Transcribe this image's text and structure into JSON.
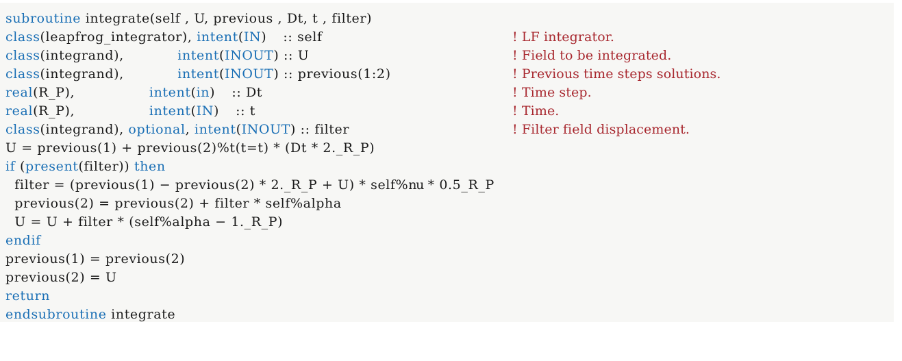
{
  "listing": {
    "language": "Fortran",
    "background_color": "#f7f7f5",
    "keyword_color": "#1a6fb5",
    "comment_color": "#a8282f",
    "plain_color": "#1b1b1b",
    "lines": [
      {
        "id": "line-1",
        "indent": "",
        "code": "subroutine integrate(self , U, previous , Dt, t , filter)",
        "tokens": [
          {
            "t": "subroutine",
            "k": true
          },
          {
            "t": " integrate(self , U, previous , Dt, t , filter)",
            "k": false
          }
        ],
        "comment": ""
      },
      {
        "id": "line-2",
        "indent": "",
        "code": "class(leapfrog_integrator), intent(IN)    :: self",
        "tokens": [
          {
            "t": "class",
            "k": true
          },
          {
            "t": "(leapfrog_integrator), ",
            "k": false
          },
          {
            "t": "intent",
            "k": true
          },
          {
            "t": "(",
            "k": false
          },
          {
            "t": "IN",
            "k": true
          },
          {
            "t": ")",
            "k": false
          }
        ],
        "decl_sep": "::",
        "decl_name": "self",
        "comment": "! LF integrator."
      },
      {
        "id": "line-3",
        "indent": "",
        "code": "class(integrand),           intent(INOUT) :: U",
        "tokens": [
          {
            "t": "class",
            "k": true
          },
          {
            "t": "(integrand),",
            "k": false
          }
        ],
        "decl_sep": "::",
        "decl_name": "U",
        "comment": "! Field to be integrated."
      },
      {
        "id": "line-4",
        "indent": "",
        "code": "class(integrand),           intent(INOUT) :: previous(1:2)",
        "tokens": [
          {
            "t": "class",
            "k": true
          },
          {
            "t": "(integrand),",
            "k": false
          }
        ],
        "decl_sep": "::",
        "decl_name": "previous(1:2)",
        "comment": "! Previous time steps solutions."
      },
      {
        "id": "line-5",
        "indent": "",
        "code": "real(R_P),                  intent(in)    :: Dt",
        "tokens": [
          {
            "t": "real",
            "k": true
          },
          {
            "t": "(R_P),",
            "k": false
          }
        ],
        "decl_sep": "::",
        "decl_name": "Dt",
        "comment": "! Time step."
      },
      {
        "id": "line-6",
        "indent": "",
        "code": "real(R_P),                  intent(IN)    :: t",
        "tokens": [
          {
            "t": "real",
            "k": true
          },
          {
            "t": "(R_P),",
            "k": false
          }
        ],
        "decl_sep": "::",
        "decl_name": "t",
        "comment": "! Time."
      },
      {
        "id": "line-7",
        "indent": "",
        "code": "class(integrand), optional, intent(INOUT) :: filter",
        "tokens": [
          {
            "t": "class",
            "k": true
          },
          {
            "t": "(integrand), ",
            "k": false
          },
          {
            "t": "optional",
            "k": true
          },
          {
            "t": ",",
            "k": false
          }
        ],
        "decl_sep": "::",
        "decl_name": "filter",
        "comment": "! Filter field displacement."
      },
      {
        "id": "line-8",
        "indent": "",
        "code": "U = previous(1) + previous(2)%t(t=t) * (Dt * 2._R_P)",
        "comment": ""
      },
      {
        "id": "line-9",
        "indent": "",
        "code": "if (present(filter)) then",
        "comment": ""
      },
      {
        "id": "line-10",
        "indent": "  ",
        "code": "filter = (previous(1) - previous(2) * 2._R_P + U) * self%nu * 0.5_R_P",
        "comment": ""
      },
      {
        "id": "line-11",
        "indent": "  ",
        "code": "previous(2) = previous(2) + filter * self%alpha",
        "comment": ""
      },
      {
        "id": "line-12",
        "indent": "  ",
        "code": "U = U + filter * (self%alpha - 1._R_P)",
        "comment": ""
      },
      {
        "id": "line-13",
        "indent": "",
        "code": "endif",
        "comment": ""
      },
      {
        "id": "line-14",
        "indent": "",
        "code": "previous(1) = previous(2)",
        "comment": ""
      },
      {
        "id": "line-15",
        "indent": "",
        "code": "previous(2) = U",
        "comment": ""
      },
      {
        "id": "line-16",
        "indent": "",
        "code": "return",
        "comment": ""
      },
      {
        "id": "line-17",
        "indent": "",
        "code": "endsubroutine integrate",
        "comment": ""
      }
    ],
    "text": {
      "kw_subroutine": "subroutine",
      "kw_class": "class",
      "kw_real": "real",
      "kw_intent": "intent",
      "kw_optional": "optional",
      "kw_in_upper": "IN",
      "kw_in_lower": "in",
      "kw_inout": "INOUT",
      "kw_if": "if",
      "kw_present": "present",
      "kw_then": "then",
      "kw_endif": "endif",
      "kw_return": "return",
      "kw_endsubroutine": "endsubroutine",
      "sig_rest": " integrate(self , U, previous , Dt, t , filter)",
      "l2_type": "(leapfrog_integrator), ",
      "l3_type": "(integrand),",
      "l5_type": "(R_P),",
      "l7_type": "(integrand), ",
      "l7_comma": ",",
      "paren_open": "(",
      "paren_close": ")",
      "sep": "::",
      "name_self": "self",
      "name_U": "U",
      "name_previous12": "previous(1:2)",
      "name_Dt": "Dt",
      "name_t": "t",
      "name_filter": "filter",
      "l8": "U = previous(1) + previous(2)%t(t=t) * (Dt * 2._R_P)",
      "l9_mid": " (",
      "l9_arg": "(filter)) ",
      "l10_a": "  filter = (previous(1) − previous(2) * 2._R_P + U) * self%",
      "l10_b": "nu",
      "l10_c": " * 0.5_R_P",
      "l11": "  previous(2) = previous(2) + filter * self%alpha",
      "l12": "  U = U + filter * (self%alpha − 1._R_P)",
      "l14": "previous(1) = previous(2)",
      "l15": "previous(2) = U",
      "l17_name": " integrate",
      "c2": "! LF integrator.",
      "c3": "! Field to be integrated.",
      "c4": "! Previous time steps solutions.",
      "c5": "! Time step.",
      "c6": "! Time.",
      "c7": "! Filter field displacement."
    }
  }
}
